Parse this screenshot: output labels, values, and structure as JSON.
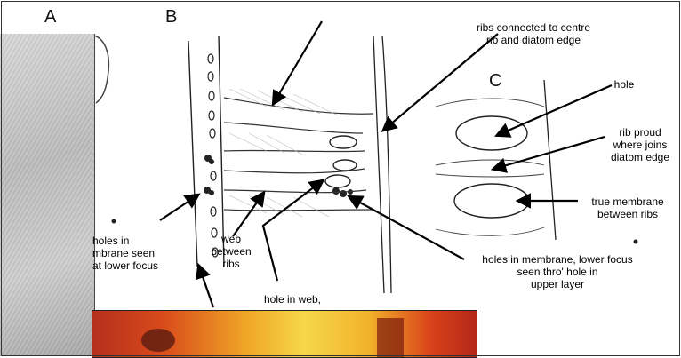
{
  "panels": {
    "a": "A",
    "b": "B",
    "c": "C"
  },
  "labels": {
    "ribs_connected": "ribs connected to centre\nrib and diatom edge",
    "hole": "hole",
    "rib_proud": "rib proud\nwhere joins\ndiatom edge",
    "true_membrane": "true membrane\nbetween ribs",
    "holes_lower_focus": "holes in membrane, lower focus\nseen thro' hole in\nupper layer",
    "holes_in_membrane_left": "holes in\nmbrane seen\nat lower focus",
    "web_between_ribs": "web\nbetween\nribs",
    "hole_in_web": "hole in web,"
  }
}
